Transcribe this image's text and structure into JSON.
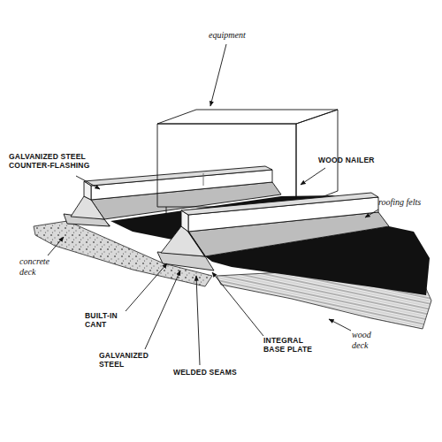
{
  "diagram": {
    "labels": [
      "equipment",
      "GALVANIZED STEEL COUNTER-FLASHING",
      "WOOD NAILER",
      "roofing felts",
      "concrete deck",
      "BUILT-IN CANT",
      "GALVANIZED STEEL",
      "INTEGRAL BASE PLATE",
      "WELDED SEAMS",
      "wood deck"
    ]
  }
}
